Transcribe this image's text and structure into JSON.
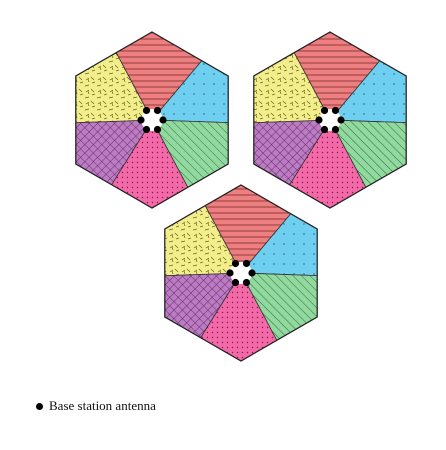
{
  "legend": {
    "label": "Base station antenna",
    "marker_color": "#000000"
  },
  "cells": [
    {
      "name": "cell-top-left"
    },
    {
      "name": "cell-top-right"
    },
    {
      "name": "cell-bottom"
    }
  ],
  "sectors": [
    {
      "name": "blue",
      "color": "#6ecff0",
      "pattern": "dots"
    },
    {
      "name": "green",
      "color": "#92d9a0",
      "pattern": "diagonal-lines"
    },
    {
      "name": "pink",
      "color": "#f46aa8",
      "pattern": "dots-grid"
    },
    {
      "name": "purple",
      "color": "#bd7bc4",
      "pattern": "crosshatch"
    },
    {
      "name": "yellow",
      "color": "#f3ee8c",
      "pattern": "dashes"
    },
    {
      "name": "red",
      "color": "#ee7f80",
      "pattern": "horizontal-lines"
    }
  ],
  "antenna_count_per_cell": 6
}
